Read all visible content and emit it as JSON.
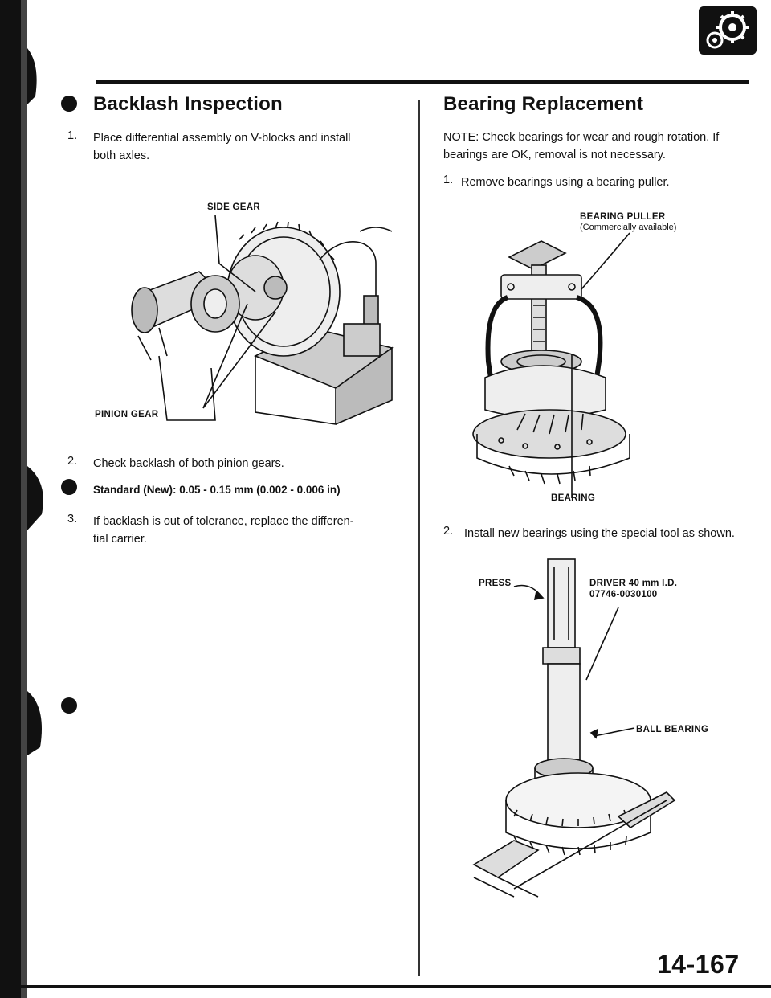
{
  "left_section": {
    "title": "Backlash Inspection",
    "step1_num": "1.",
    "step1_line1": "Place differential assembly on V-blocks and install",
    "step1_line2": "both axles.",
    "fig_label_side_gear": "SIDE GEAR",
    "fig_label_pinion_gear": "PINION GEAR",
    "step2_num": "2.",
    "step2_text": "Check backlash of both pinion gears.",
    "standard_spec": "Standard (New): 0.05 - 0.15 mm (0.002 - 0.006 in)",
    "step3_num": "3.",
    "step3_line1": "If backlash is out of tolerance, replace the differen-",
    "step3_line2": "tial carrier."
  },
  "right_section": {
    "title": "Bearing Replacement",
    "note_line1": "NOTE: Check bearings for wear and rough rotation. If",
    "note_line2": "bearings are OK, removal is not necessary.",
    "step1_num": "1.",
    "step1_text": "Remove bearings using a bearing puller.",
    "fig1_label_puller": "BEARING PULLER",
    "fig1_label_puller_note": "(Commercially available)",
    "fig1_label_bearing": "BEARING",
    "step2_num": "2.",
    "step2_text": "Install new bearings using the special tool as shown.",
    "fig2_label_press": "PRESS",
    "fig2_label_driver": "DRIVER 40 mm I.D.",
    "fig2_label_driver_part": "07746-0030100",
    "fig2_label_ball_bearing": "BALL BEARING"
  },
  "footer": {
    "page_number": "14-167"
  },
  "icons": {
    "header_icon": "gear-section-icon"
  },
  "colors": {
    "ink": "#111111",
    "paper": "#ffffff"
  }
}
